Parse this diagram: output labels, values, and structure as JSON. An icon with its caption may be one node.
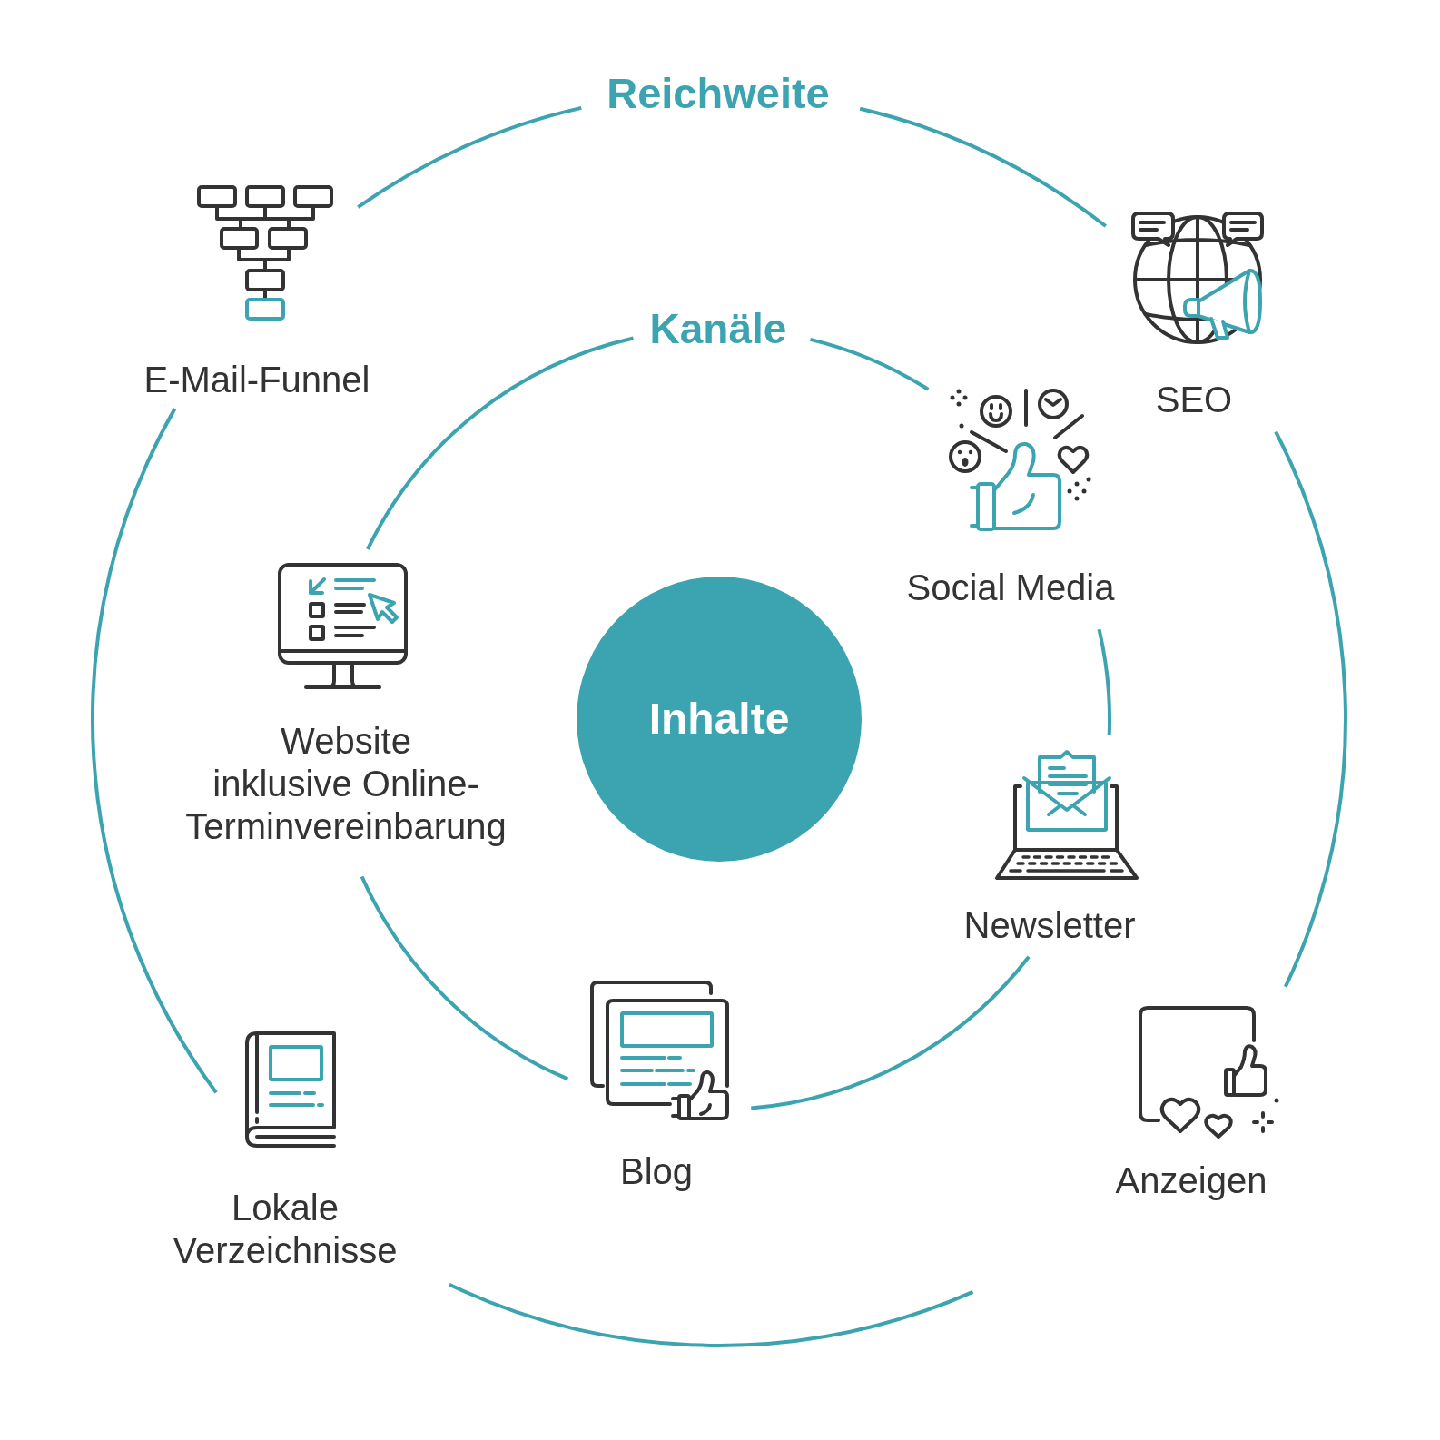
{
  "diagram": {
    "nodes": [
      {
        "text": [
          "Reichweite"
        ]
      },
      {
        "text": [
          "Kanäle"
        ],
        "in": 0
      },
      {
        "text": [
          "Inhalte"
        ],
        "in": 1
      }
    ],
    "labels": [
      "E-Mail-Funnel",
      "SEO",
      "Social Media",
      "Website inklusive Online-Terminvereinbarung",
      "Newsletter",
      "Blog",
      "Anzeigen",
      "Lokale Verzeichnisse"
    ]
  }
}
